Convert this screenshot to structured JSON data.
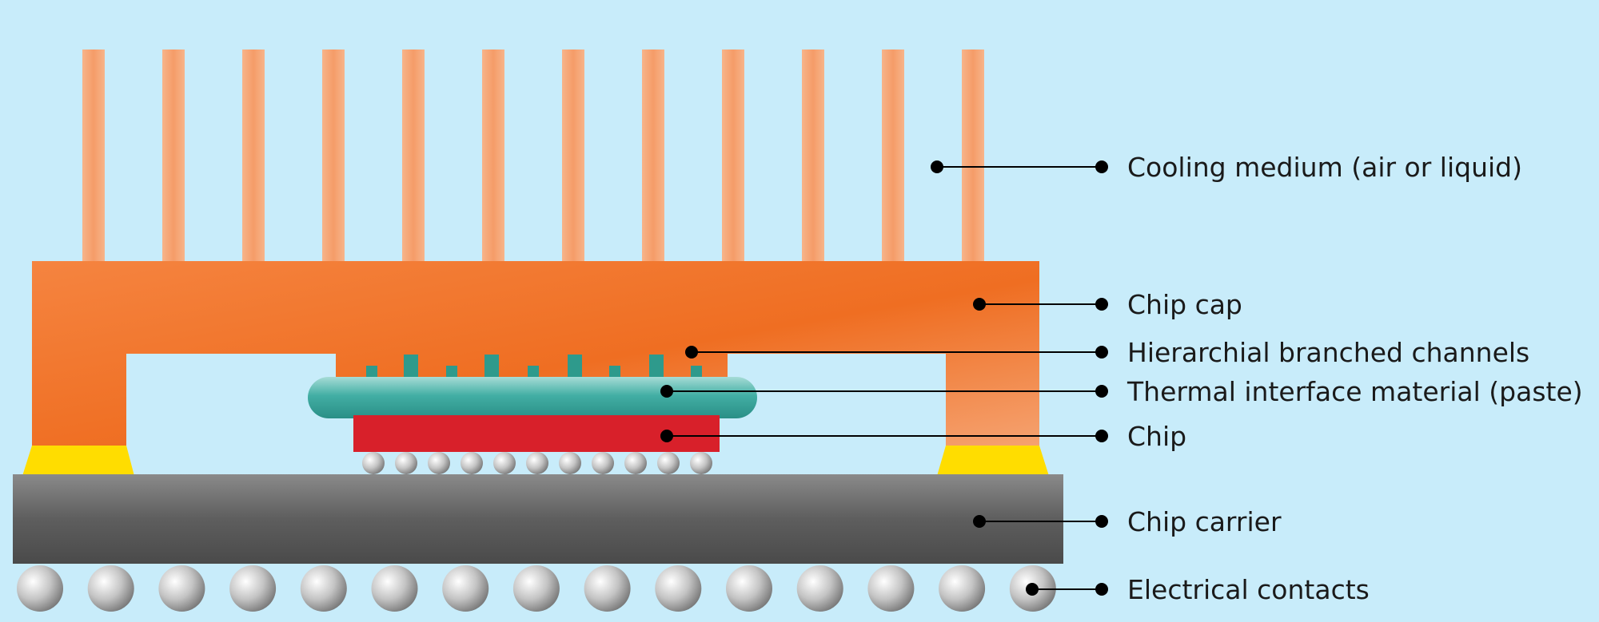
{
  "labels": {
    "cooling_medium": "Cooling medium (air or liquid)",
    "chip_cap": "Chip cap",
    "branched_channels": "Hierarchial branched channels",
    "thermal_interface": "Thermal interface material (paste)",
    "chip": "Chip",
    "chip_carrier": "Chip carrier",
    "electrical_contacts": "Electrical contacts"
  },
  "colors": {
    "background": "#c8ecfa",
    "fins": "#f4a070",
    "chip_cap": "#f0782d",
    "solder_pads": "#ffdd00",
    "chip": "#d8202a",
    "thermal_paste": "#3aaaa0",
    "channels": "#2e9a8c",
    "chip_carrier": "#6a6a6a",
    "contacts": "#c8c8c8",
    "leader_lines": "#000000"
  }
}
